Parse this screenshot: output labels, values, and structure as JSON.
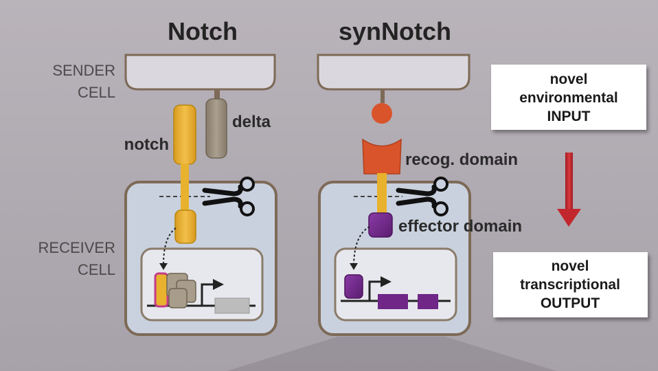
{
  "titles": {
    "notch": "Notch",
    "synnotch": "synNotch"
  },
  "cell_labels": {
    "sender": [
      "SENDER",
      "CELL"
    ],
    "receiver": [
      "RECEIVER",
      "CELL"
    ]
  },
  "molecules": {
    "notch": "notch",
    "delta": "delta",
    "recog_domain": "recog. domain",
    "effector_domain": "effector domain"
  },
  "boxes": {
    "input": [
      "novel",
      "environmental",
      "INPUT"
    ],
    "output": [
      "novel",
      "transcriptional",
      "OUTPUT"
    ]
  },
  "colors": {
    "notch": "#e8b22e",
    "delta": "#9a8f7e",
    "recog": "#d9542b",
    "effector": "#6f2687",
    "arrow": "#c1272d",
    "membrane": "#7d6a57"
  }
}
